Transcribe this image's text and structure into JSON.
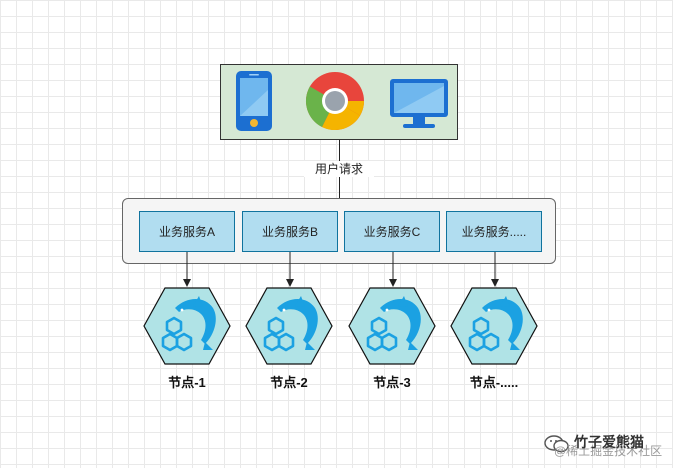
{
  "diagram": {
    "clients": [
      {
        "name": "mobile-phone-icon"
      },
      {
        "name": "chrome-browser-icon"
      },
      {
        "name": "desktop-monitor-icon"
      }
    ],
    "request_label": "用户请求",
    "services": [
      "业务服务A",
      "业务服务B",
      "业务服务C",
      "业务服务....."
    ],
    "nodes": [
      "节点-1",
      "节点-2",
      "节点-3",
      "节点-....."
    ],
    "colors": {
      "clients_fill": "#d5e8d4",
      "service_fill": "#b1ddf0",
      "node_fill": "#b0e3e6",
      "dolphin": "#1ba1e2"
    }
  },
  "watermark": {
    "front": "竹子爱熊猫",
    "back": "@稀土掘金技术社区"
  }
}
